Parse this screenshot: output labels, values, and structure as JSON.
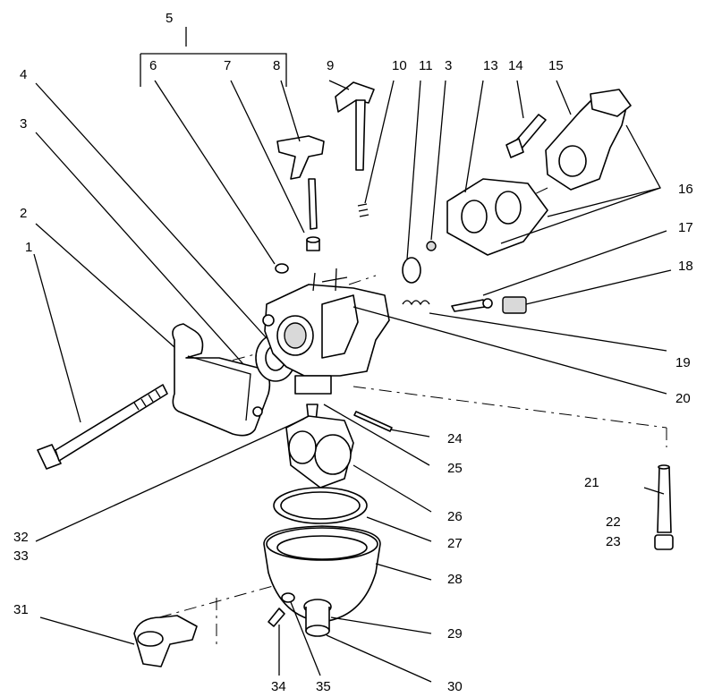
{
  "labels": {
    "p1": "1",
    "p2": "2",
    "p3a": "3",
    "p3b": "3",
    "p4": "4",
    "p5": "5",
    "p6": "6",
    "p7": "7",
    "p8": "8",
    "p9": "9",
    "p10": "10",
    "p11": "11",
    "p13": "13",
    "p14": "14",
    "p15": "15",
    "p16": "16",
    "p17": "17",
    "p18": "18",
    "p19": "19",
    "p20": "20",
    "p21": "21",
    "p22": "22",
    "p23": "23",
    "p24": "24",
    "p25": "25",
    "p26": "26",
    "p27": "27",
    "p28": "28",
    "p29": "29",
    "p30": "30",
    "p31": "31",
    "p32": "32",
    "p33": "33",
    "p34": "34",
    "p35": "35"
  }
}
